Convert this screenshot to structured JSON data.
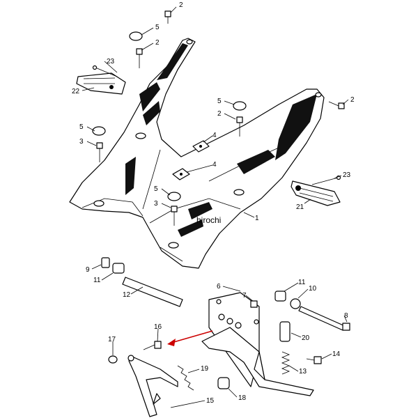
{
  "watermark": "hirochi",
  "callouts": {
    "c2a": "2",
    "c5a": "5",
    "c2b": "2",
    "c23a": "23",
    "c22": "22",
    "c5b": "5",
    "c2c": "2",
    "c2d": "2",
    "c5c": "5",
    "c3a": "3",
    "c4a": "4",
    "c4b": "4",
    "c23b": "23",
    "c5d": "5",
    "c3b": "3",
    "c21": "21",
    "c1": "1",
    "c9": "9",
    "c11a": "11",
    "c12": "12",
    "c6": "6",
    "c7": "7",
    "c11b": "11",
    "c10": "10",
    "c8": "8",
    "c16": "16",
    "c17": "17",
    "c20": "20",
    "c14": "14",
    "c13": "13",
    "c19": "19",
    "c18": "18",
    "c15": "15"
  },
  "colors": {
    "line": "#000000",
    "arrow": "#cc0000",
    "background": "#ffffff"
  }
}
